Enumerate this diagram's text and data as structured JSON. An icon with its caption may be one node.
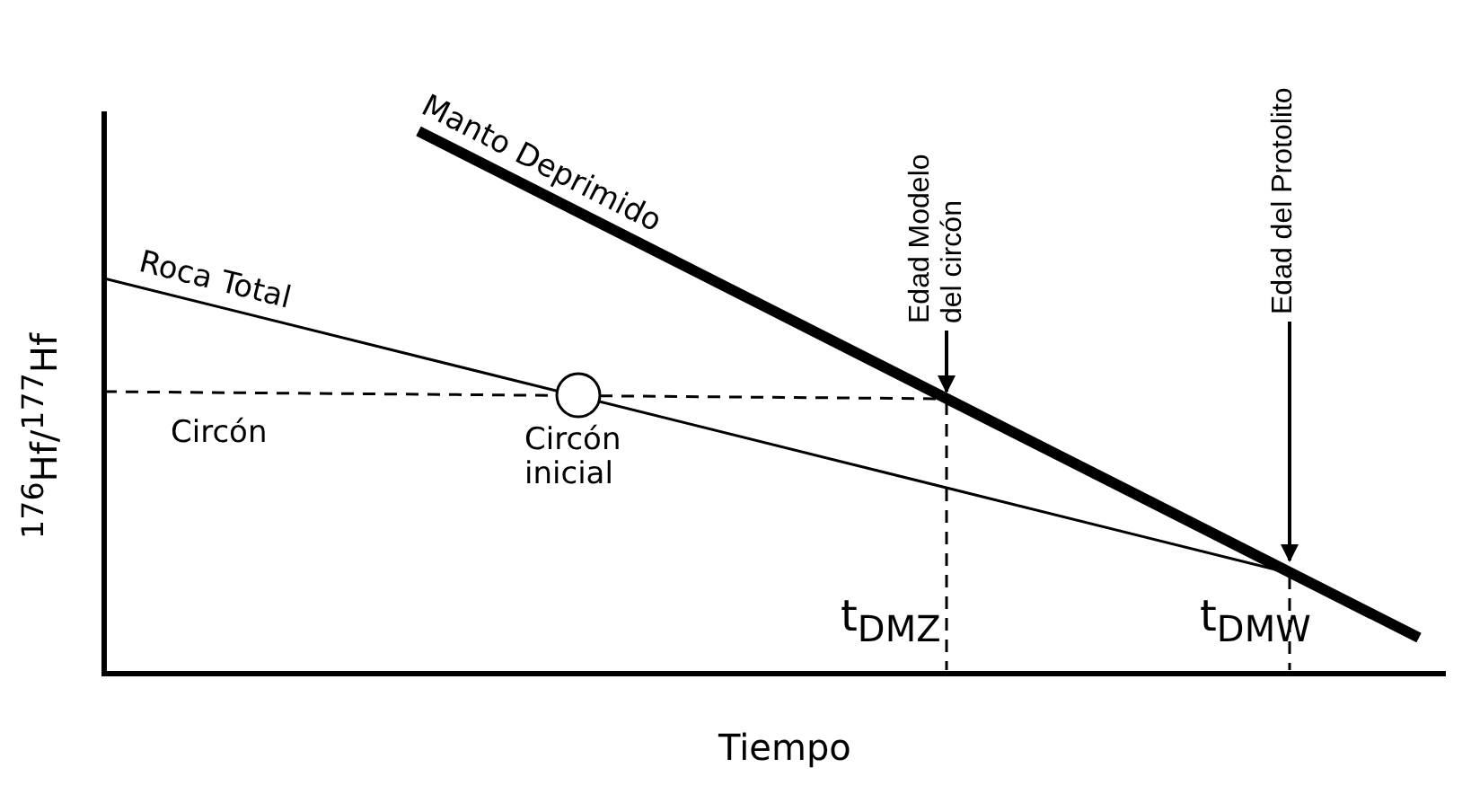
{
  "diagram": {
    "nodes": [
      {
        "text": [],
        "shape": "circle",
        "beside": [
          "Circón inicial"
        ]
      },
      {
        "text": [
          "Edad Modelo del circón"
        ]
      },
      {
        "text": [
          "Edad del Protolito"
        ]
      }
    ],
    "edges": [
      {
        "from": 1,
        "to": null,
        "arrow": "to"
      },
      {
        "from": 2,
        "to": null,
        "arrow": "to"
      }
    ],
    "labels": [
      "Manto Deprimido",
      "Roca Total",
      "Circón",
      "$^{176}$Hf/$^{177}$Hf",
      "t$_{DMZ}$",
      "t$_{DMW}$",
      "Tiempo"
    ]
  }
}
